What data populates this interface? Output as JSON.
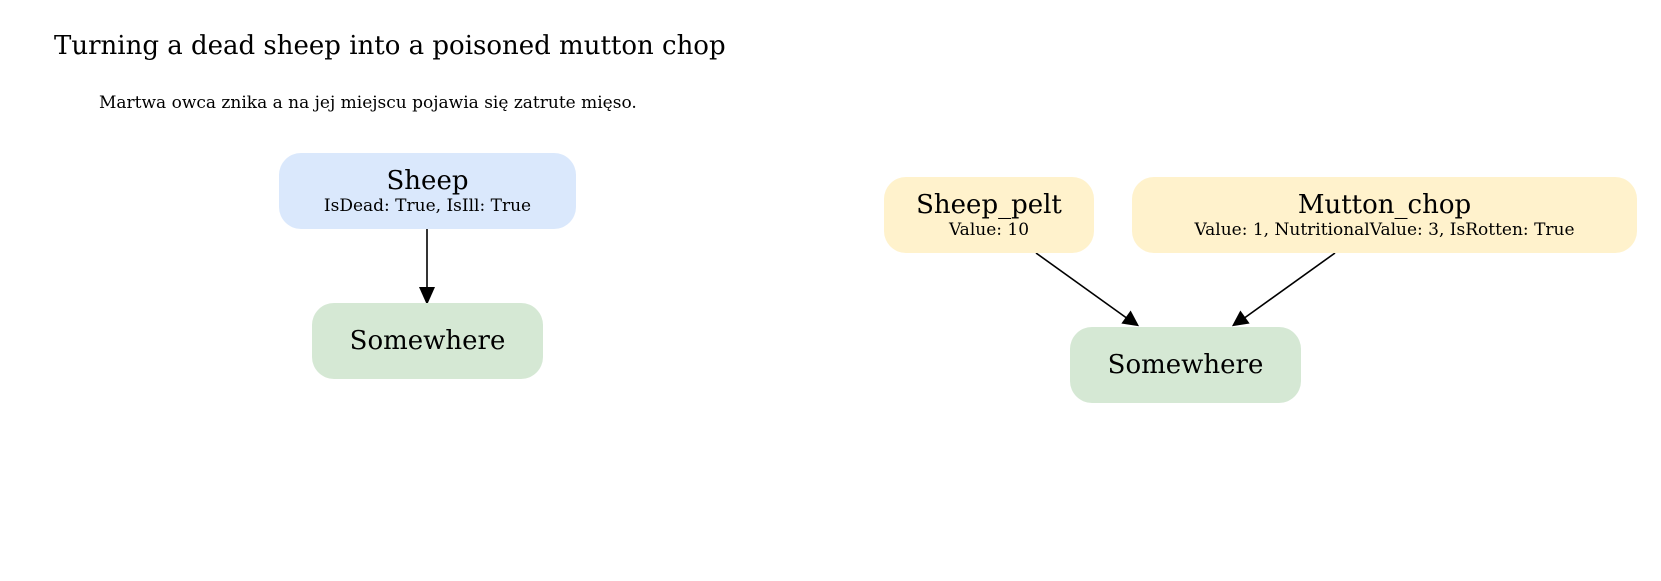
{
  "title": "Turning a dead sheep into a poisoned mutton chop",
  "subtitle": "Martwa owca znika a na jej miejscu pojawia się zatrute mięso.",
  "colors": {
    "source_fill": "#dae8fc",
    "product_fill": "#fff2cc",
    "location_fill": "#d5e8d4",
    "edge": "#000000"
  },
  "before": {
    "sheep": {
      "name": "Sheep",
      "props": "IsDead: True, IsIll: True"
    },
    "location": {
      "name": "Somewhere"
    }
  },
  "after": {
    "sheep_pelt": {
      "name": "Sheep_pelt",
      "props": "Value: 10"
    },
    "mutton_chop": {
      "name": "Mutton_chop",
      "props": "Value: 1, NutritionalValue: 3, IsRotten: True"
    },
    "location": {
      "name": "Somewhere"
    }
  }
}
